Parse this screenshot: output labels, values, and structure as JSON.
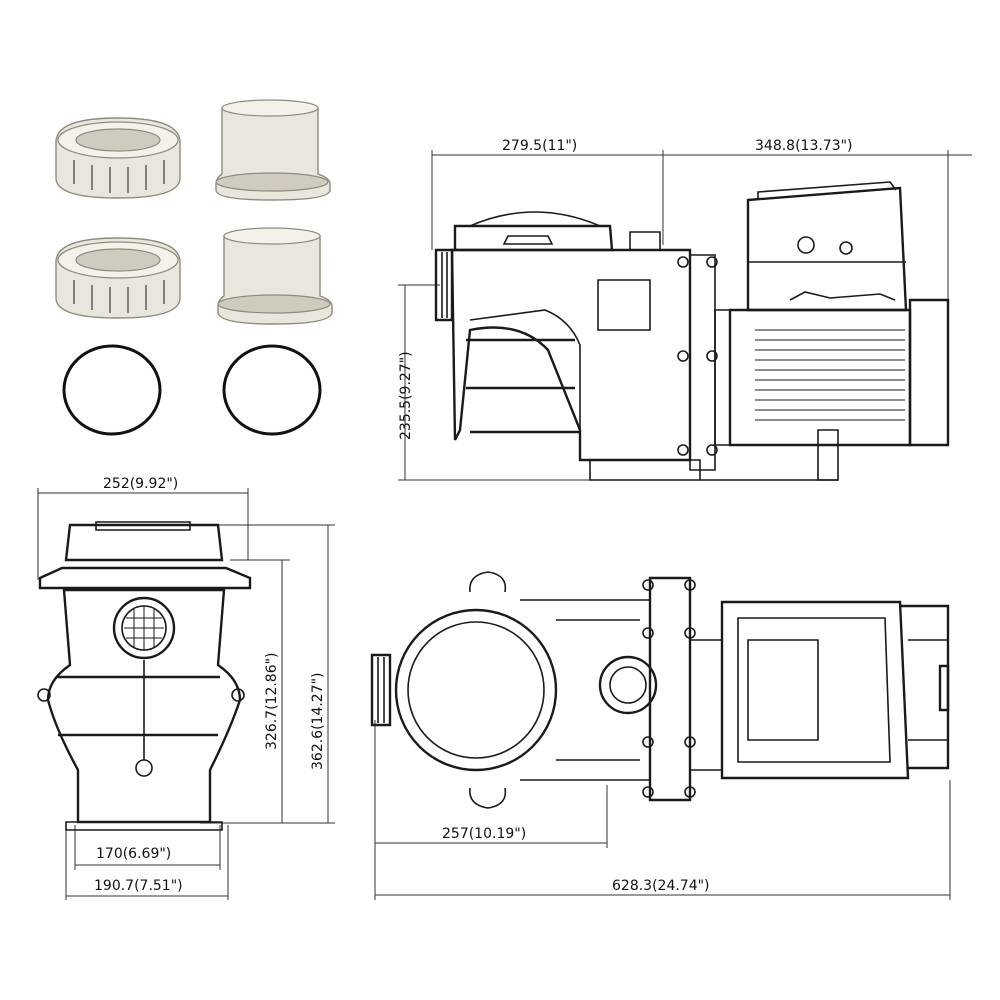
{
  "dimensions": {
    "side_view_pump_length": "279.5(11\")",
    "side_view_motor_length": "348.8(13.73\")",
    "side_view_inlet_height": "235.5(9.27\")",
    "front_view_width": "252(9.92\")",
    "front_view_height_body": "326.7(12.86\")",
    "front_view_height_total": "362.6(14.27\")",
    "front_view_base_inner": "170(6.69\")",
    "front_view_base_outer": "190.7(7.51\")",
    "top_view_outlet_offset": "257(10.19\")",
    "top_view_total_length": "628.3(24.74\")"
  },
  "accessories": [
    {
      "name": "union-nut"
    },
    {
      "name": "tail-piece"
    },
    {
      "name": "union-nut"
    },
    {
      "name": "tail-piece"
    },
    {
      "name": "o-ring"
    },
    {
      "name": "o-ring"
    }
  ],
  "colors": {
    "line": "#1a1a1a",
    "fitting_fill": "#e9e6dd",
    "fitting_stroke": "#8f8a7c"
  }
}
